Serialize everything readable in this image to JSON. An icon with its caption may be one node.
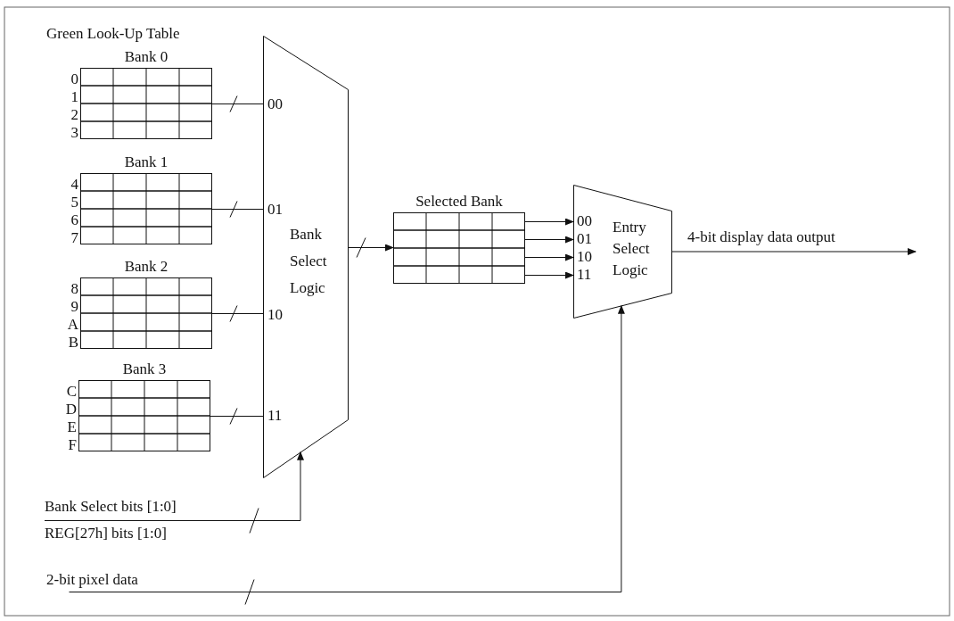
{
  "diagram": {
    "nodes": [
      {
        "text": [
          "Bank 0"
        ],
        "beside": [
          "0",
          "1",
          "2",
          "3"
        ]
      },
      {
        "text": [
          "Bank 1"
        ],
        "beside": [
          "4",
          "5",
          "6",
          "7"
        ]
      },
      {
        "text": [
          "Bank 2"
        ],
        "beside": [
          "8",
          "9",
          "A",
          "B"
        ]
      },
      {
        "text": [
          "Bank 3"
        ],
        "beside": [
          "C",
          "D",
          "E",
          "F"
        ]
      },
      {
        "text": [
          "00",
          "01",
          "10",
          "11",
          "Bank Select Logic"
        ]
      },
      {
        "text": [
          "Selected Bank"
        ]
      },
      {
        "text": [
          "00",
          "01",
          "10",
          "11",
          "Entry Select Logic"
        ]
      },
      {
        "text": [
          "Bank Select bits [1:0]",
          "REG[27h] bits [1:0]"
        ]
      },
      {
        "text": [
          "2-bit pixel data"
        ]
      }
    ],
    "edges": [
      {
        "from": 0,
        "to": 4,
        "arrow": "none"
      },
      {
        "from": 1,
        "to": 4,
        "arrow": "none"
      },
      {
        "from": 2,
        "to": 4,
        "arrow": "none"
      },
      {
        "from": 3,
        "to": 4,
        "arrow": "none"
      },
      {
        "from": 4,
        "to": 5,
        "arrow": "to"
      },
      {
        "from": 5,
        "to": 6,
        "arrow": "to"
      },
      {
        "from": 5,
        "to": 6,
        "arrow": "to"
      },
      {
        "from": 5,
        "to": 6,
        "arrow": "to"
      },
      {
        "from": 5,
        "to": 6,
        "arrow": "to"
      },
      {
        "from": 6,
        "to": null,
        "arrow": "to",
        "label": "4-bit display data output"
      },
      {
        "from": 7,
        "to": 4,
        "arrow": "to"
      },
      {
        "from": 8,
        "to": 6,
        "arrow": "to"
      }
    ],
    "labels": [
      "Green Look-Up Table"
    ]
  }
}
